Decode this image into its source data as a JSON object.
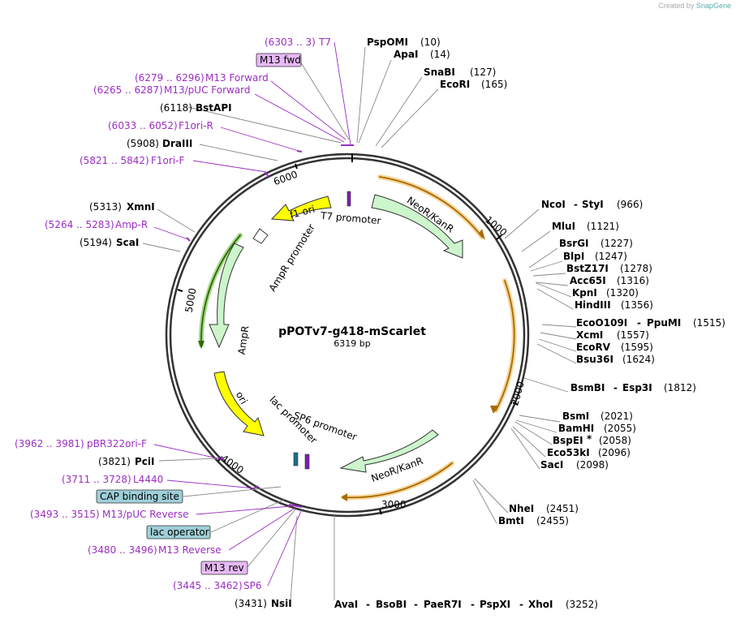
{
  "credit": {
    "prefix": "Created by",
    "brand": "SnapGene"
  },
  "plasmid": {
    "name": "pPOTv7-g418-mScarlet",
    "size": "6319 bp"
  },
  "ticks": [
    "1000",
    "2000",
    "3000",
    "4000",
    "5000",
    "6000"
  ],
  "features": {
    "f1ori": "f1 ori",
    "t7prom": "T7 promoter",
    "neo1": "NeoR/KanR",
    "neo2": "NeoR/KanR",
    "ampprom": "AmpR promoter",
    "ampr": "AmpR",
    "ori": "ori",
    "lacprom": "lac promoter",
    "sp6prom": "SP6 promoter"
  },
  "left_labels": [
    {
      "range": "(6303 .. 3)",
      "name": "T7"
    },
    {
      "box": "M13 fwd"
    },
    {
      "range": "(6279 .. 6296)",
      "name": "M13 Forward"
    },
    {
      "range": "(6265 .. 6287)",
      "name": "M13/pUC Forward"
    },
    {
      "pos": "(6118)",
      "name": "BstAPI"
    },
    {
      "range": "(6033 .. 6052)",
      "name": "F1ori-R"
    },
    {
      "pos": "(5908)",
      "name": "DraIII"
    },
    {
      "range": "(5821 .. 5842)",
      "name": "F1ori-F"
    },
    {
      "pos": "(5313)",
      "name": "XmnI"
    },
    {
      "range": "(5264 .. 5283)",
      "name": "Amp-R"
    },
    {
      "pos": "(5194)",
      "name": "ScaI"
    },
    {
      "range": "(3962 .. 3981)",
      "name": "pBR322ori-F"
    },
    {
      "pos": "(3821)",
      "name": "PciI"
    },
    {
      "range": "(3711 .. 3728)",
      "name": "L4440"
    },
    {
      "box": "CAP binding site"
    },
    {
      "range": "(3493 .. 3515)",
      "name": "M13/pUC Reverse"
    },
    {
      "box": "lac operator"
    },
    {
      "range": "(3480 .. 3496)",
      "name": "M13 Reverse"
    },
    {
      "box": "M13 rev"
    },
    {
      "range": "(3445 .. 3462)",
      "name": "SP6"
    },
    {
      "pos": "(3431)",
      "name": "NsiI"
    }
  ],
  "right_labels": [
    {
      "name": "PspOMI",
      "pos": "(10)"
    },
    {
      "name": "ApaI",
      "pos": "(14)"
    },
    {
      "name": "SnaBI",
      "pos": "(127)"
    },
    {
      "name": "EcoRI",
      "pos": "(165)"
    },
    {
      "name": "NcoI",
      "alt": "StyI",
      "pos": "(966)"
    },
    {
      "name": "MluI",
      "pos": "(1121)"
    },
    {
      "name": "BsrGI",
      "pos": "(1227)"
    },
    {
      "name": "BlpI",
      "pos": "(1247)"
    },
    {
      "name": "BstZ17I",
      "pos": "(1278)"
    },
    {
      "name": "Acc65I",
      "pos": "(1316)"
    },
    {
      "name": "KpnI",
      "pos": "(1320)"
    },
    {
      "name": "HindIII",
      "pos": "(1356)"
    },
    {
      "name": "EcoO109I",
      "alt": "PpuMI",
      "pos": "(1515)"
    },
    {
      "name": "XcmI",
      "pos": "(1557)"
    },
    {
      "name": "EcoRV",
      "pos": "(1595)"
    },
    {
      "name": "Bsu36I",
      "pos": "(1624)"
    },
    {
      "name": "BsmBI",
      "alt": "Esp3I",
      "pos": "(1812)"
    },
    {
      "name": "BsmI",
      "pos": "(2021)"
    },
    {
      "name": "BamHI",
      "pos": "(2055)"
    },
    {
      "name": "BspEI",
      "mark": "*",
      "pos": "(2058)"
    },
    {
      "name": "Eco53kI",
      "pos": "(2096)"
    },
    {
      "name": "SacI",
      "pos": "(2098)"
    },
    {
      "name": "NheI",
      "pos": "(2451)"
    },
    {
      "name": "BmtI",
      "pos": "(2455)"
    }
  ],
  "bottom_label": {
    "a": "AvaI",
    "b": "BsoBI",
    "c": "PaeR7I",
    "d": "PspXI",
    "e": "XhoI",
    "pos": "(3252)"
  },
  "colors": {
    "primer": "#9b2ec1",
    "neo": "#ccf5cc",
    "ori": "#ffff00",
    "orf": "#e08a00",
    "box_purple": "#e7b9f5",
    "box_teal": "#9fcfd8"
  }
}
